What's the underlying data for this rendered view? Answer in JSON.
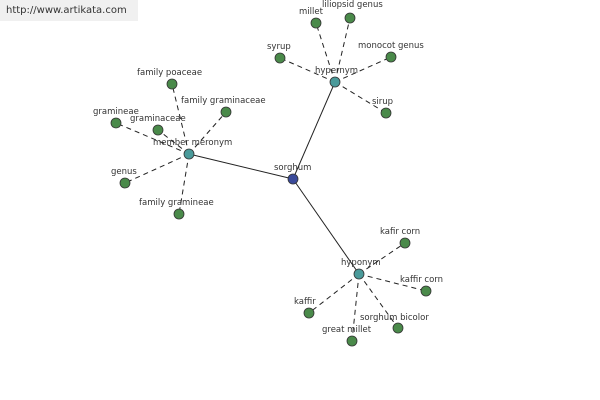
{
  "source_url": "http://www.artikata.com",
  "colors": {
    "center_node": "#3a4a9a",
    "relation_node": "#4a9a9a",
    "leaf_node": "#4a8a4a",
    "node_stroke": "#333333",
    "edge": "#222222"
  },
  "center": {
    "id": "center",
    "label": "sorghum"
  },
  "relations": [
    {
      "id": "hypernym",
      "label": "hypernym"
    },
    {
      "id": "member-meronym",
      "label": "member meronym"
    },
    {
      "id": "hyponym",
      "label": "hyponym"
    }
  ],
  "leaves": [
    {
      "id": "millet",
      "parent": "hypernym",
      "label": "millet"
    },
    {
      "id": "liliopsid-genus",
      "parent": "hypernym",
      "label": "liliopsid genus"
    },
    {
      "id": "syrup",
      "parent": "hypernym",
      "label": "syrup"
    },
    {
      "id": "monocot-genus",
      "parent": "hypernym",
      "label": "monocot genus"
    },
    {
      "id": "sirup",
      "parent": "hypernym",
      "label": "sirup"
    },
    {
      "id": "family-poaceae",
      "parent": "member-meronym",
      "label": "family poaceae"
    },
    {
      "id": "gramineae",
      "parent": "member-meronym",
      "label": "gramineae"
    },
    {
      "id": "family-graminaceae",
      "parent": "member-meronym",
      "label": "family graminaceae"
    },
    {
      "id": "graminaceae",
      "parent": "member-meronym",
      "label": "graminaceae"
    },
    {
      "id": "genus",
      "parent": "member-meronym",
      "label": "genus"
    },
    {
      "id": "family-gramineae",
      "parent": "member-meronym",
      "label": "family gramineae"
    },
    {
      "id": "kafir-corn",
      "parent": "hyponym",
      "label": "kafir corn"
    },
    {
      "id": "kaffir-corn",
      "parent": "hyponym",
      "label": "kaffir corn"
    },
    {
      "id": "kaffir",
      "parent": "hyponym",
      "label": "kaffir"
    },
    {
      "id": "sorghum-bicolor",
      "parent": "hyponym",
      "label": "sorghum bicolor"
    },
    {
      "id": "great-millet",
      "parent": "hyponym",
      "label": "great millet"
    }
  ]
}
